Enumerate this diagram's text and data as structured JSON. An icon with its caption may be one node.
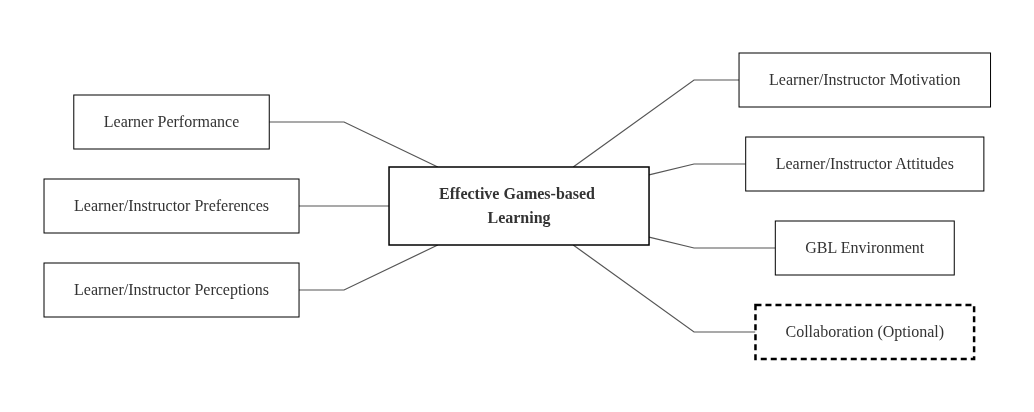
{
  "diagram": {
    "nodes": [
      {
        "text": [
          "Learner Performance"
        ]
      },
      {
        "text": [
          "Learner/Instructor Motivation"
        ]
      },
      {
        "text": [
          "Learner/Instructor Preferences"
        ]
      },
      {
        "text": [
          "Effective Games-based Learning"
        ]
      },
      {
        "text": [
          "Learner/Instructor Attitudes"
        ]
      },
      {
        "text": [
          "Learner/Instructor Perceptions"
        ]
      },
      {
        "text": [
          "GBL Environment"
        ]
      },
      {
        "text": [
          "Collaboration (Optional)"
        ]
      }
    ],
    "edges": [
      {
        "from": 0,
        "to": 3,
        "arrow": "none"
      },
      {
        "from": 3,
        "to": 1,
        "arrow": "none"
      },
      {
        "from": 2,
        "to": 3,
        "arrow": "none"
      },
      {
        "from": 3,
        "to": 4,
        "arrow": "none"
      },
      {
        "from": 5,
        "to": 3,
        "arrow": "none"
      },
      {
        "from": 3,
        "to": 6,
        "arrow": "none"
      },
      {
        "from": 3,
        "to": 7,
        "arrow": "none"
      }
    ]
  }
}
